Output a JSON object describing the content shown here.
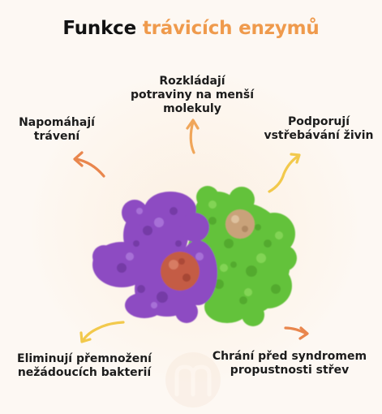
{
  "title": {
    "part1": "Funkce",
    "part2": "trávicích enzymů"
  },
  "labels": {
    "top": {
      "line1": "Rozkládají",
      "line2": "potraviny na menší",
      "line3": "molekuly"
    },
    "left": {
      "line1": "Napomáhají",
      "line2": "trávení"
    },
    "right": {
      "line1": "Podporují",
      "line2": "vstřebávání živin"
    },
    "bottom_left": {
      "line1": "Eliminují přemnožení",
      "line2": "nežádoucích bakterií"
    },
    "bottom_right": {
      "line1": "Chrání před syndromem",
      "line2": "propustnosti střev"
    }
  },
  "colors": {
    "accent_orange": "#ef9a4c",
    "arrow_orange": "#e9864d",
    "arrow_yellow": "#f2c94c",
    "protein_purple": "#8d4bc2",
    "protein_green": "#64c23a",
    "protein_red": "#c45b45",
    "protein_tan": "#c9a27a"
  }
}
